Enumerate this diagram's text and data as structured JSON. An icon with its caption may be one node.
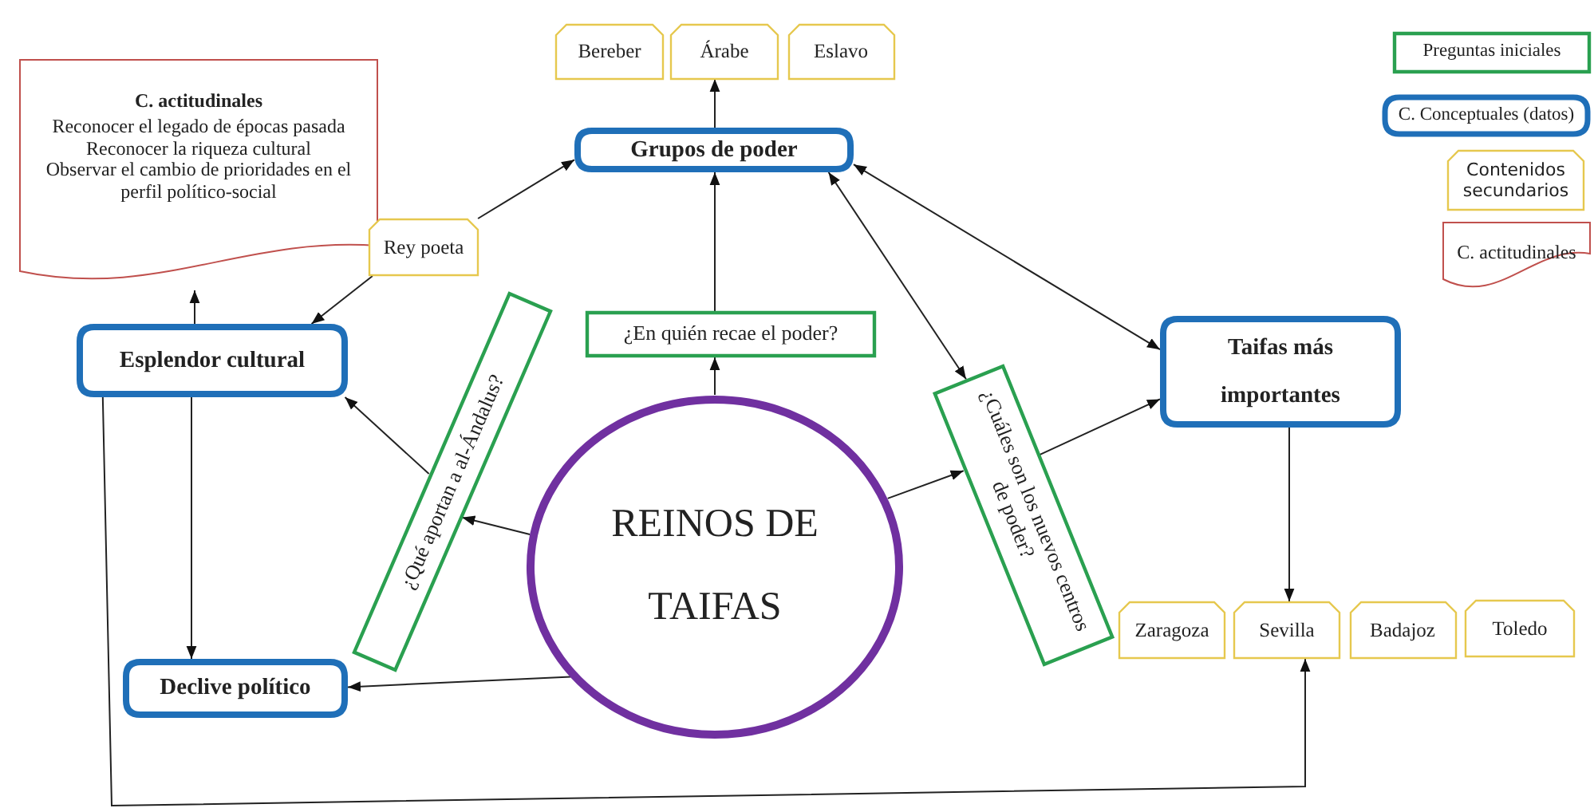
{
  "diagram": {
    "nodes": [
      {
        "text": [
          "C. actitudinales",
          "Reconocer el legado de épocas pasada",
          "Reconocer la riqueza cultural",
          "Observar el cambio de prioridades en el perfil político-social"
        ]
      },
      {
        "text": [
          "Bereber"
        ]
      },
      {
        "text": [
          "Árabe"
        ]
      },
      {
        "text": [
          "Eslavo"
        ]
      },
      {
        "text": [
          "Grupos de poder"
        ]
      },
      {
        "text": [
          "Rey poeta"
        ]
      },
      {
        "text": [
          "Esplendor cultural"
        ]
      },
      {
        "text": [
          "¿En quién recae el poder?"
        ]
      },
      {
        "text": [
          "¿Qué aportan a al-Ándalus?"
        ]
      },
      {
        "text": [
          "REINOS DE TAIFAS"
        ]
      },
      {
        "text": [
          "¿Cuáles son los nuevos centros de poder?"
        ]
      },
      {
        "text": [
          "Taifas más importantes"
        ]
      },
      {
        "text": [
          "Declive político"
        ]
      },
      {
        "text": [
          "Zaragoza"
        ]
      },
      {
        "text": [
          "Sevilla"
        ]
      },
      {
        "text": [
          "Badajoz"
        ]
      },
      {
        "text": [
          "Toledo"
        ]
      }
    ],
    "edges": [
      {
        "from": 4,
        "to": 2,
        "arrow": "to"
      },
      {
        "from": 5,
        "to": 4,
        "arrow": "to"
      },
      {
        "from": 5,
        "to": 6,
        "arrow": "to"
      },
      {
        "from": 6,
        "to": 0,
        "arrow": "to"
      },
      {
        "from": 6,
        "to": 12,
        "arrow": "to"
      },
      {
        "from": 6,
        "to": 14,
        "arrow": "to"
      },
      {
        "from": 8,
        "to": 6,
        "arrow": "to"
      },
      {
        "from": 9,
        "to": 8,
        "arrow": "to"
      },
      {
        "from": 9,
        "to": 7,
        "arrow": "to"
      },
      {
        "from": 7,
        "to": 4,
        "arrow": "to"
      },
      {
        "from": 4,
        "to": 10,
        "arrow": "both"
      },
      {
        "from": 4,
        "to": 11,
        "arrow": "both"
      },
      {
        "from": 9,
        "to": 10,
        "arrow": "to"
      },
      {
        "from": 10,
        "to": 11,
        "arrow": "to"
      },
      {
        "from": 11,
        "to": 14,
        "arrow": "to"
      },
      {
        "from": 9,
        "to": 12,
        "arrow": "to"
      }
    ],
    "legend": [
      {
        "text": "Preguntas iniciales"
      },
      {
        "text": "C. Conceptuales (datos)"
      },
      {
        "text": "Contenidos secundarios"
      },
      {
        "text": "C. actitudinales"
      }
    ]
  }
}
